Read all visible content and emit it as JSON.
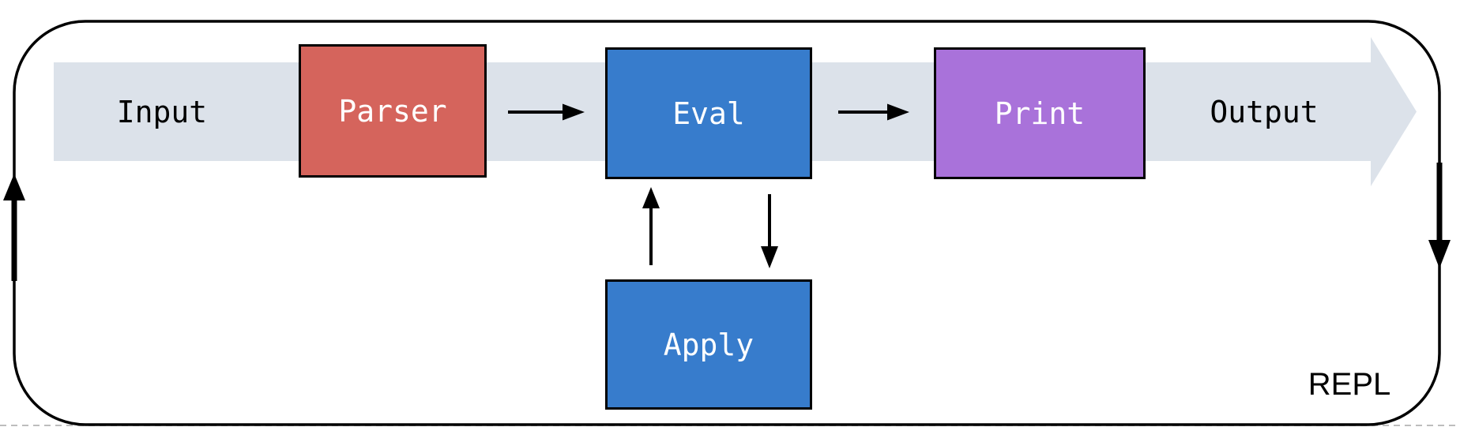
{
  "diagram": {
    "name_label": "REPL",
    "flow_labels": {
      "input": "Input",
      "output": "Output"
    },
    "nodes": [
      {
        "id": "parser",
        "label": "Parser",
        "color": "#d5645c"
      },
      {
        "id": "eval",
        "label": "Eval",
        "color": "#377ccc"
      },
      {
        "id": "print",
        "label": "Print",
        "color": "#a972da"
      },
      {
        "id": "apply",
        "label": "Apply",
        "color": "#377ccc"
      }
    ],
    "colors": {
      "band": "#dce2ea",
      "line": "#000000",
      "baseline_dash": "#bdbdbd",
      "node_text": "#ffffff",
      "label_text": "#000000"
    }
  }
}
